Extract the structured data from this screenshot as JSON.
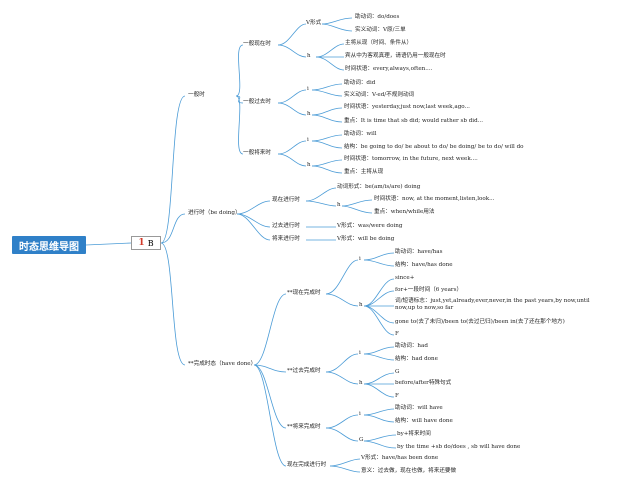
{
  "root": {
    "title": "时态思维导图"
  },
  "b_node": {
    "flag": "1",
    "label": "B"
  },
  "main": {
    "yiban": "一般时",
    "jinxing": "进行时（be doing）",
    "wancheng": "**完成时态（have done）"
  },
  "yiban": {
    "xianzai": "一般现在时",
    "guoqu": "一般过去时",
    "jianglai": "一般将来时",
    "xianzai_v": "V形式",
    "xianzai_h": "h",
    "zhudong": "助动词：do/does",
    "shiyi": "实义动词：V原/三单",
    "zhuju": "主将从现（时间、条件从）",
    "zhenli": "宾从中为客观真理，请语仍用一般现在时",
    "shijian": "时间状语：every,always,often....",
    "guoqu_i": "i",
    "guoqu_h": "h",
    "g_zhudong": "助动词：did",
    "g_shiyi": "实义动词：V-ed/不规则动词",
    "g_shijian": "时间状语：yesterday,just now,last week,ago...",
    "g_zhongdian": "重点：It is time that sb did; would rather sb did...",
    "jl_i": "i",
    "jl_h": "h",
    "jl_zhudong": "助动词：will",
    "jl_jiegou": "结构：be going to do/ be about to do/ be doing/ be to do/ will do",
    "jl_shijian": "时间状语：tomorrow, in the future, next week....",
    "jl_zhongdian": "重点：主将从现"
  },
  "jinxing": {
    "xianzai": "现在进行时",
    "guoqu": "过去进行时",
    "jianglai": "将来进行时",
    "dongci": "动词形式：be(am/is/are) doing",
    "h": "h",
    "shijian": "时间状语：now, at the moment,listen,look...",
    "zhongdian": "重点：when/while用法",
    "guoqu_v": "V形式：was/were doing",
    "jianglai_v": "V形式：will be doing"
  },
  "wancheng": {
    "xianzai": "**现在完成时",
    "guoqu": "**过去完成时",
    "jianglai": "**将来完成时",
    "xzjx": "现在完成进行时",
    "xz_i": "i",
    "xz_h": "h",
    "xz_zhudong": "助动词：have/has",
    "xz_jiegou": "结构：have/has done",
    "since": "since+",
    "for": "for+一段时间（6 years）",
    "biaozhi": "词/短语标志：just,yet,already,ever,never,in the past years,by now,until now,up to now,so far",
    "gone": "gone to(去了未归)/been to(去过已归)/been in(去了还在那个地方)",
    "xz_f": "F",
    "gq_i": "i",
    "gq_h": "h",
    "gq_zhudong": "助动词：had",
    "gq_jiegou": "结构：had done",
    "gq_g": "G",
    "before": "before/after特殊句式",
    "gq_f": "F",
    "jl_i": "i",
    "jl_g": "G",
    "jl_zhudong": "助动词：will have",
    "jl_jiegou": "结构：will have done",
    "by_time": "by+将来时间",
    "by_the_time": "by the time +sb do/does , sb will have done",
    "xzjx_v": "V形式：have/has been done",
    "xzjx_yi": "意义：过去做，现在也做，将来还要做"
  },
  "colors": {
    "root_bg": "#2f80c8",
    "line": "#4a9bd6",
    "flag": "#d23a2a"
  }
}
